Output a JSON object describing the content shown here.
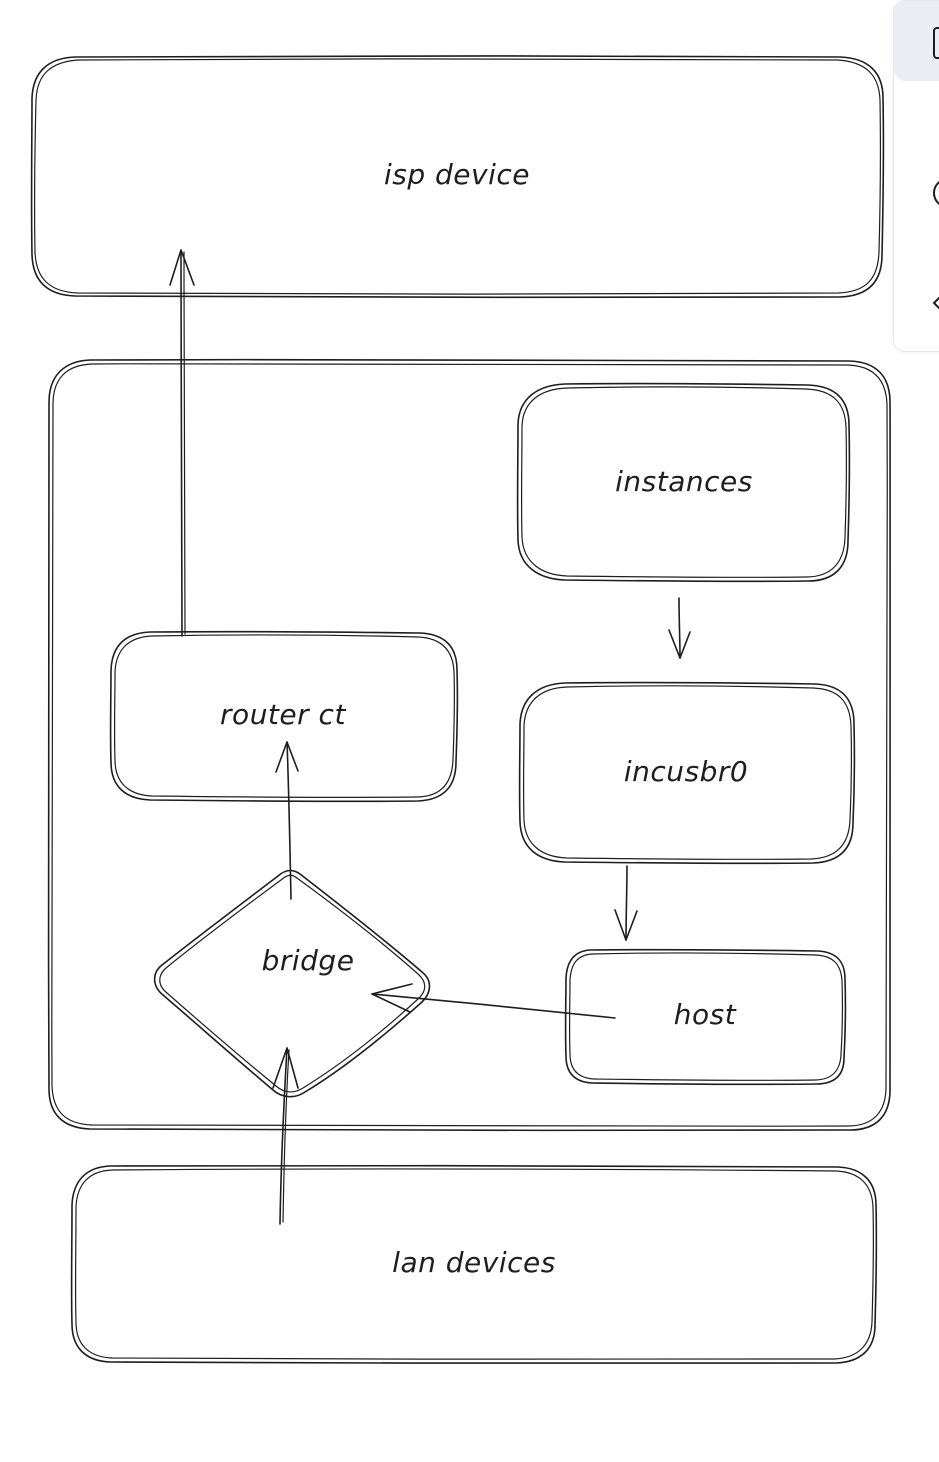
{
  "nodes": {
    "isp_device": "isp device",
    "instances": "instances",
    "router_ct": "router ct",
    "incusbr0": "incusbr0",
    "bridge": "bridge",
    "host": "host",
    "lan_devices": "lan devices"
  },
  "toolbar": {
    "tools": [
      {
        "icon": "square-icon",
        "active": true
      },
      {
        "icon": "circle-icon",
        "active": false
      },
      {
        "icon": "diamond-icon",
        "active": false
      }
    ]
  },
  "colors": {
    "stroke": "#1e1e1e",
    "background": "#ffffff",
    "toolbar_active": "#ececf4"
  }
}
